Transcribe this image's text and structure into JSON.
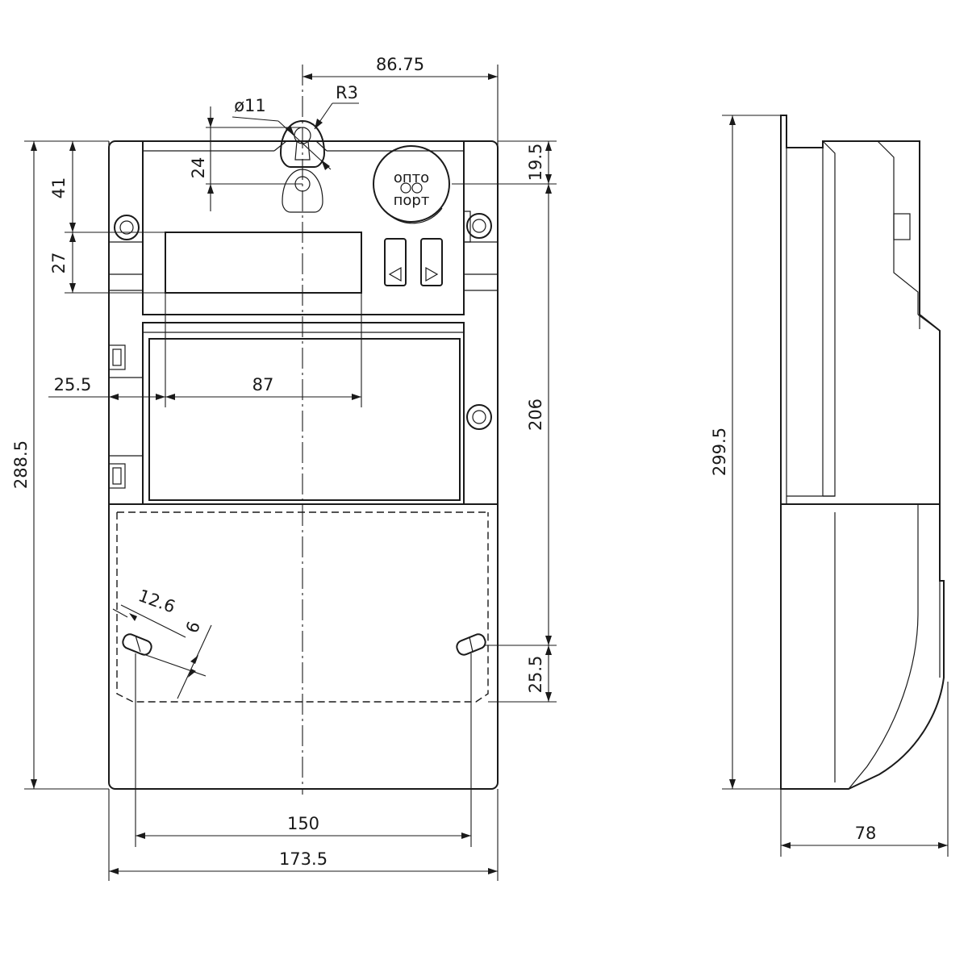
{
  "front_view": {
    "dimensions": {
      "top_offset": "86.75",
      "hole_diameter": "ø11",
      "hole_radius": "R3",
      "hanger_height": "24",
      "top_to_display": "41",
      "display_height": "27",
      "right_top_offset": "19.5",
      "left_to_display": "25.5",
      "display_width": "87",
      "mount_vertical": "206",
      "total_height": "288.5",
      "slot_length": "12.6",
      "slot_width": "6",
      "slot_bottom_offset": "25.5",
      "mount_width": "150",
      "total_width": "173.5"
    },
    "optical_port": {
      "line1": "опто",
      "line2": "порт"
    }
  },
  "side_view": {
    "dimensions": {
      "total_height": "299.5",
      "depth": "78"
    }
  }
}
